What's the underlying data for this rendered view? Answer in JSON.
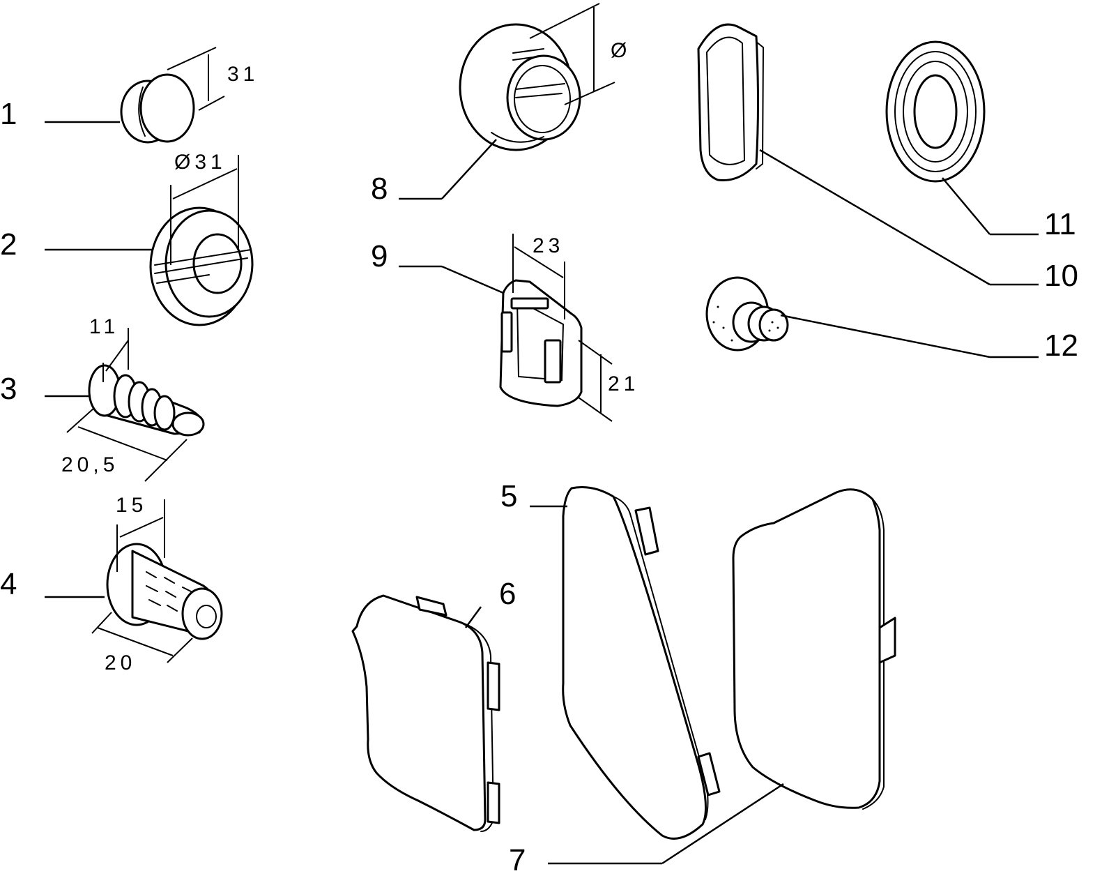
{
  "callouts": {
    "c1": "1",
    "c2": "2",
    "c3": "3",
    "c4": "4",
    "c5": "5",
    "c6": "6",
    "c7": "7",
    "c8": "8",
    "c9": "9",
    "c10": "10",
    "c11": "11",
    "c12": "12"
  },
  "dimensions": {
    "d1": "31",
    "d2": "Ø31",
    "d3_width": "11",
    "d3_length": "20,5",
    "d4_width": "15",
    "d4_length": "20",
    "d8": "Ø",
    "d9_width": "23",
    "d9_height": "21"
  },
  "colors": {
    "line": "#000000",
    "background": "#ffffff"
  }
}
